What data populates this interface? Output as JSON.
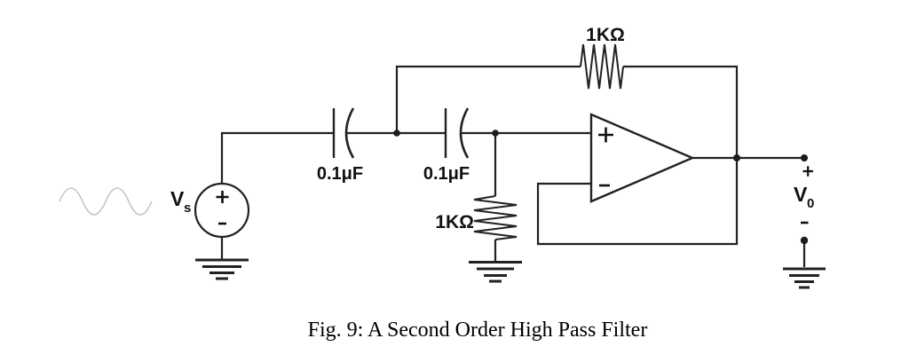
{
  "figure": {
    "caption": "Fig. 9: A Second Order High Pass Filter",
    "type": "circuit-schematic"
  },
  "components": {
    "source": {
      "label": "V",
      "label_sub": "s",
      "polarity_top": "+",
      "polarity_bottom": "-",
      "kind": "ac-voltage-source"
    },
    "capacitor1": {
      "value": "0.1μF"
    },
    "capacitor2": {
      "value": "0.1μF"
    },
    "feedback_resistor": {
      "value": "1KΩ"
    },
    "shunt_resistor": {
      "value": "1KΩ"
    },
    "opamp": {
      "input_noninverting": "+",
      "input_inverting": "-"
    },
    "output": {
      "polarity_top": "+",
      "label": "V",
      "label_sub": "0",
      "polarity_bottom": "-"
    }
  },
  "colors": {
    "wire": "#222222",
    "label_text": "#111111",
    "sine_wave": "#c6c6c6",
    "background": "#ffffff"
  }
}
